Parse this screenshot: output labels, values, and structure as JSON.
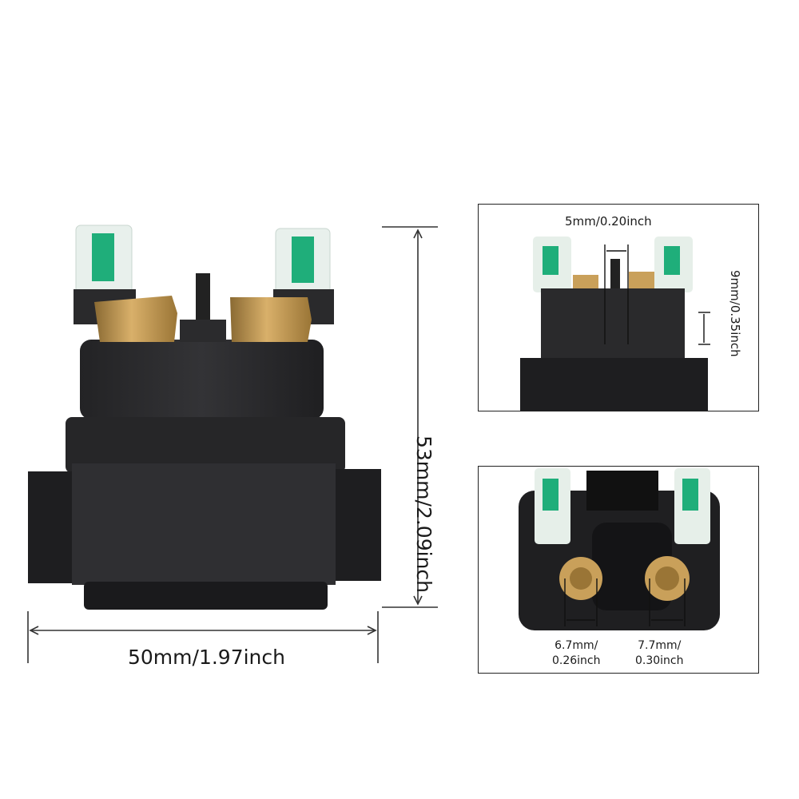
{
  "dimensions": {
    "width_main": "50mm/1.97inch",
    "height_main": "53mm/2.09inch",
    "gap_top": "5mm/0.20inch",
    "depth_top": "9mm/0.35inch",
    "terminal_left_line1": "6.7mm/",
    "terminal_left_line2": "0.26inch",
    "terminal_right_line1": "7.7mm/",
    "terminal_right_line2": "0.30inch"
  },
  "colors": {
    "housing": "#1f1f21",
    "housing_light": "#3a3a3d",
    "brass": "#c9a05a",
    "fuse_green": "#1fae7a",
    "fuse_clear": "#e6efe9"
  }
}
